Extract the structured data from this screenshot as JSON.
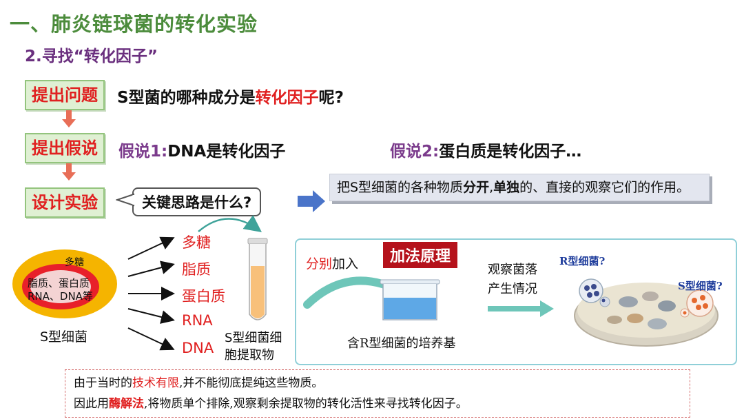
{
  "title": "一、肺炎链球菌的转化实验",
  "subtitle": "2.寻找“转化因子”",
  "steps": {
    "ask": "提出问题",
    "hypo": "提出假说",
    "design": "设计实验"
  },
  "question": {
    "prefix": "S型菌的哪种成分是",
    "highlight": "转化因子",
    "suffix": "呢?"
  },
  "hypothesis1": {
    "label": "假说1:",
    "text": "DNA是转化因子"
  },
  "hypothesis2": {
    "label": "假说2:",
    "text": "蛋白质是转化因子…"
  },
  "key_bubble": "关键思路是什么?",
  "idea": {
    "p1": "把S型细菌的各种物质",
    "b1": "分开",
    "p2": ",",
    "b2": "单独",
    "p3": "的、直接的观察它们的作用。"
  },
  "cell": {
    "sugar": "多糖",
    "line1": "脂质、蛋白质",
    "line2": "RNA、DNA等",
    "caption": "S型细菌"
  },
  "components": [
    "多糖",
    "脂质",
    "蛋白质",
    "RNA",
    "DNA"
  ],
  "tube_caption": "S型细菌细胞提取物",
  "experiment": {
    "banner": "加法原理",
    "add_red": "分别",
    "add_black": "加入",
    "medium": "含R型细菌的培养基",
    "observe1": "观察菌落",
    "observe2": "产生情况",
    "r_label": "R型细菌?",
    "s_label": "S型细菌?"
  },
  "note": {
    "l1a": "由于当时的",
    "l1b": "技术有限",
    "l1c": ",并不能彻底提纯这些物质。",
    "l2a": "因此用",
    "l2b": "酶解法",
    "l2c": ",将物质单个排除,观察剩余提取物的转化活性来寻找转化因子。"
  },
  "colors": {
    "title": "#4c8c3c",
    "step_text": "#e02020",
    "accent_red": "#e02020",
    "purple": "#7b3b8c",
    "banner": "#b5121b"
  }
}
